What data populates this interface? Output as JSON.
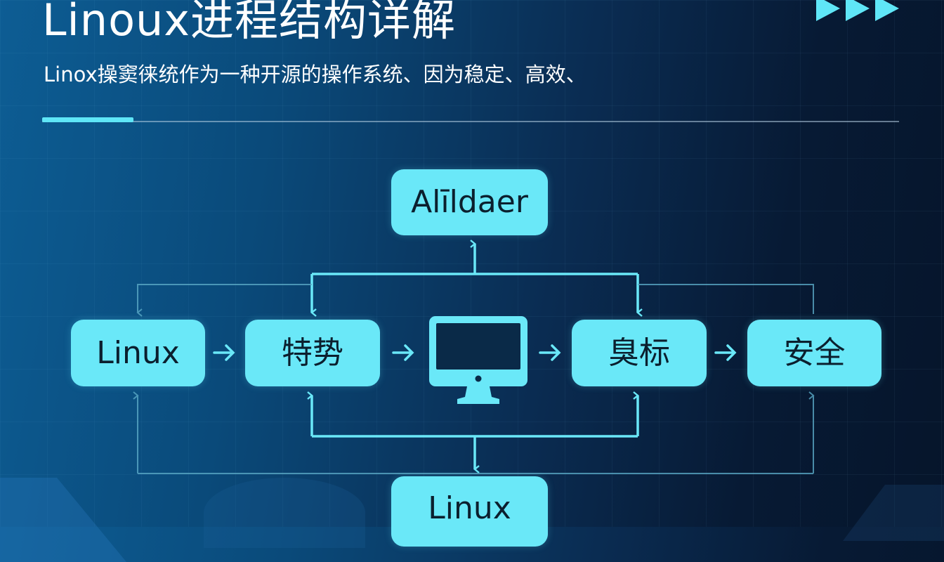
{
  "header": {
    "title": "Linoux进程结构详解",
    "subtitle": "Linox操窦徕统作为一种开源的操作系统、因为稳定、高效、",
    "nav_icon": "triple-play-arrows-icon"
  },
  "colors": {
    "accent": "#5fe6f7",
    "node_fill": "#6ae8f8",
    "node_text": "#0b1f2e",
    "bg_left": "#0d5d94",
    "bg_right": "#06152b"
  },
  "diagram": {
    "top_node": {
      "label": "Alīldaer"
    },
    "row": [
      {
        "label": "Linux"
      },
      {
        "label": "特势"
      },
      {
        "label": "",
        "icon": "monitor-icon"
      },
      {
        "label": "臭标"
      },
      {
        "label": "安全"
      }
    ],
    "bottom_node": {
      "label": "Linux"
    },
    "flow_arrow_glyph": "→"
  }
}
